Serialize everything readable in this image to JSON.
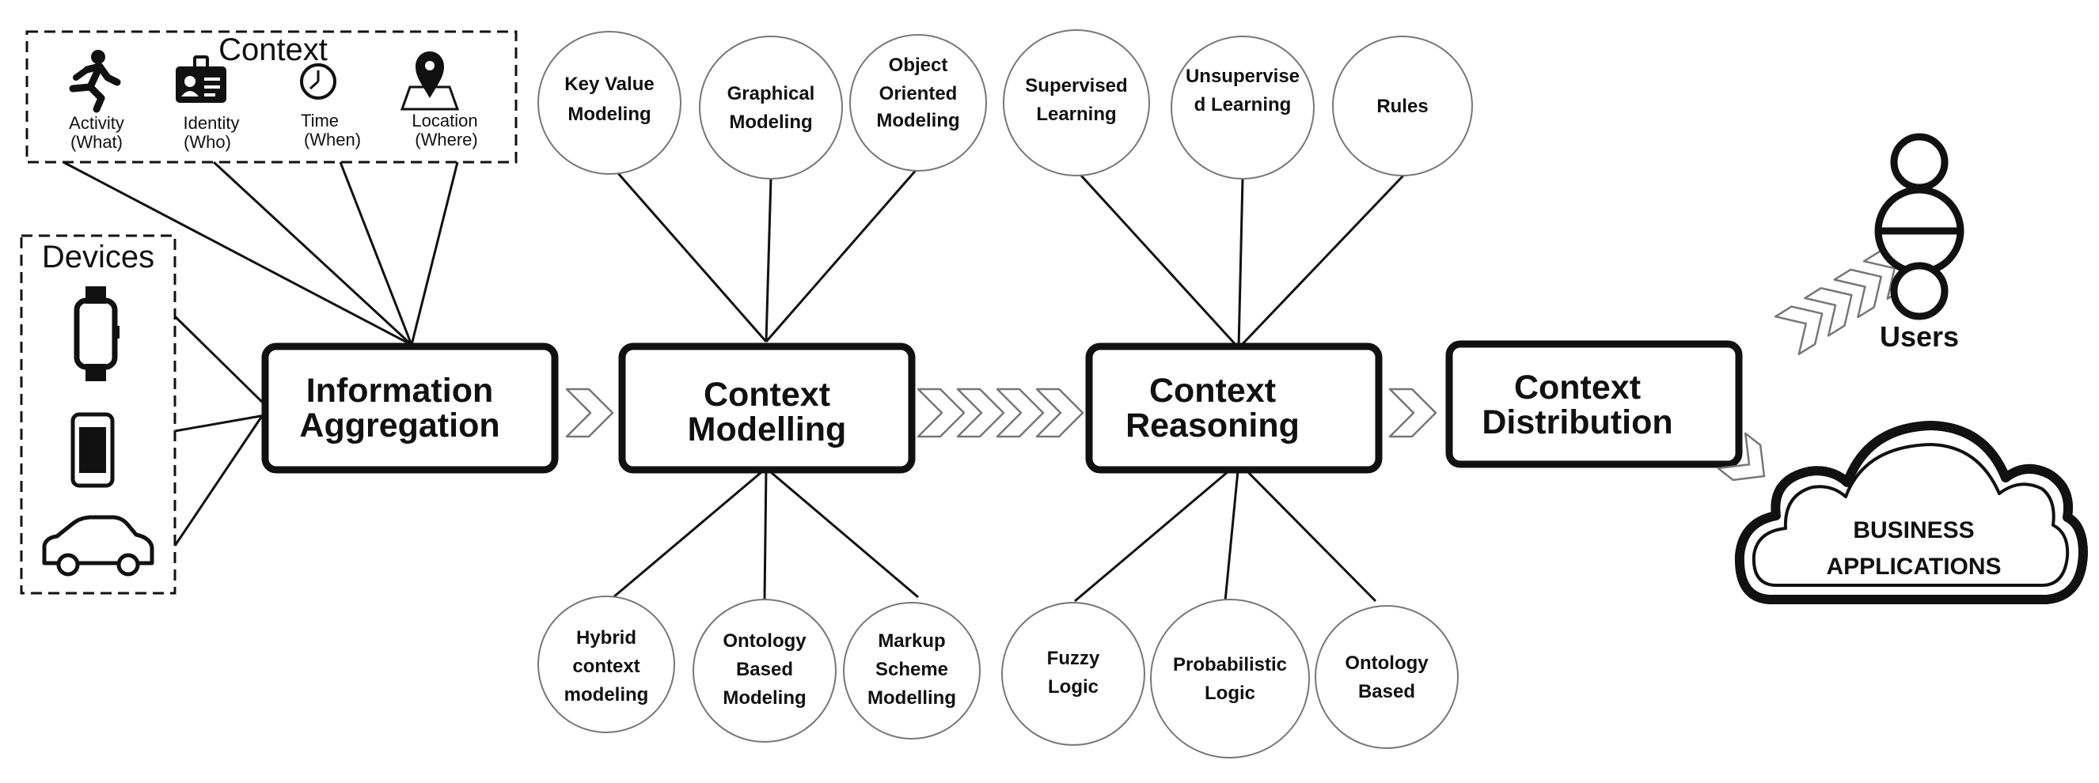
{
  "context": {
    "title": "Context",
    "items": [
      {
        "icon": "running-person-icon",
        "line1": "Activity",
        "line2": "(What)"
      },
      {
        "icon": "id-badge-icon",
        "line1": "Identity",
        "line2": "(Who)"
      },
      {
        "icon": "clock-icon",
        "line1": "Time",
        "line2": "(When)"
      },
      {
        "icon": "map-pin-icon",
        "line1": "Location",
        "line2": "(Where)"
      }
    ]
  },
  "devices": {
    "title": "Devices",
    "icons": [
      "smartwatch-icon",
      "smartphone-icon",
      "car-icon"
    ]
  },
  "stages": [
    {
      "line1": "Information",
      "line2": "Aggregation"
    },
    {
      "line1": "Context",
      "line2": "Modelling"
    },
    {
      "line1": "Context",
      "line2": "Reasoning"
    },
    {
      "line1": "Context",
      "line2": "Distribution"
    }
  ],
  "modelling_top": [
    {
      "lines": [
        "Key Value",
        "Modeling"
      ]
    },
    {
      "lines": [
        "Graphical",
        "Modeling"
      ]
    },
    {
      "lines": [
        "Object",
        "Oriented",
        "Modeling"
      ]
    }
  ],
  "modelling_bottom": [
    {
      "lines": [
        "Hybrid",
        "context",
        "modeling"
      ]
    },
    {
      "lines": [
        "Ontology",
        "Based",
        "Modeling"
      ]
    },
    {
      "lines": [
        "Markup",
        "Scheme",
        "Modelling"
      ]
    }
  ],
  "reasoning_top": [
    {
      "lines": [
        "Supervised",
        "Learning"
      ]
    },
    {
      "lines": [
        "Unsupervise",
        "d Learning"
      ]
    },
    {
      "lines": [
        "Rules"
      ]
    }
  ],
  "reasoning_bottom": [
    {
      "lines": [
        "Fuzzy",
        "Logic"
      ]
    },
    {
      "lines": [
        "Probabilistic",
        "Logic"
      ]
    },
    {
      "lines": [
        "Ontology",
        "Based"
      ]
    }
  ],
  "outputs": {
    "users_label": "Users",
    "business_line1": "BUSINESS",
    "business_line2": "APPLICATIONS"
  }
}
